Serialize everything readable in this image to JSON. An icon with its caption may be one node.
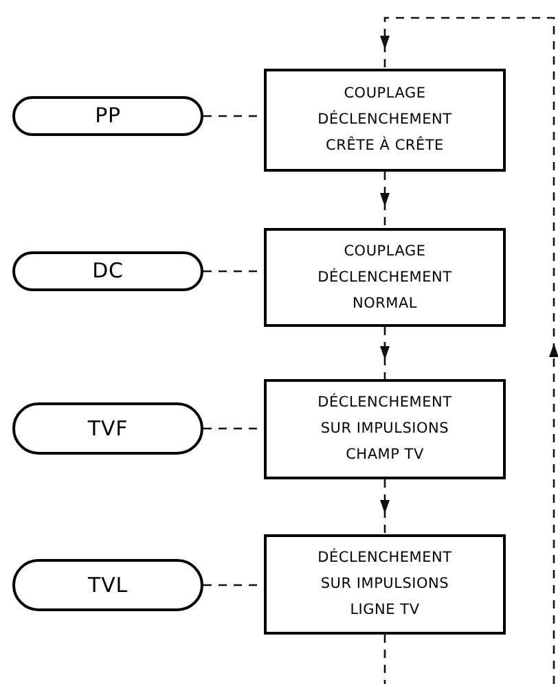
{
  "diagram": {
    "nodes": [
      {
        "text": [
          "PP"
        ]
      },
      {
        "text": [
          "COUPLAGE DÉCLENCHEMENT CRÊTE À CRÊTE"
        ]
      },
      {
        "text": [
          "DC"
        ]
      },
      {
        "text": [
          "COUPLAGE DÉCLENCHEMENT NORMAL"
        ]
      },
      {
        "text": [
          "TVF"
        ]
      },
      {
        "text": [
          "DÉCLENCHEMENT SUR IMPULSIONS CHAMP TV"
        ]
      },
      {
        "text": [
          "TVL"
        ]
      },
      {
        "text": [
          "DÉCLENCHEMENT SUR IMPULSIONS LIGNE TV"
        ]
      }
    ],
    "edges": [
      {
        "from": 0,
        "to": 1,
        "arrow": "none",
        "style": "dashed"
      },
      {
        "from": 2,
        "to": 3,
        "arrow": "none",
        "style": "dashed"
      },
      {
        "from": 4,
        "to": 5,
        "arrow": "none",
        "style": "dashed"
      },
      {
        "from": 6,
        "to": 7,
        "arrow": "none",
        "style": "dashed"
      },
      {
        "from": 1,
        "to": 3,
        "arrow": "to",
        "style": "dashed"
      },
      {
        "from": 3,
        "to": 5,
        "arrow": "to",
        "style": "dashed"
      },
      {
        "from": 5,
        "to": 7,
        "arrow": "to",
        "style": "dashed"
      },
      {
        "from": 7,
        "to": 1,
        "arrow": "to",
        "style": "dashed"
      }
    ]
  }
}
